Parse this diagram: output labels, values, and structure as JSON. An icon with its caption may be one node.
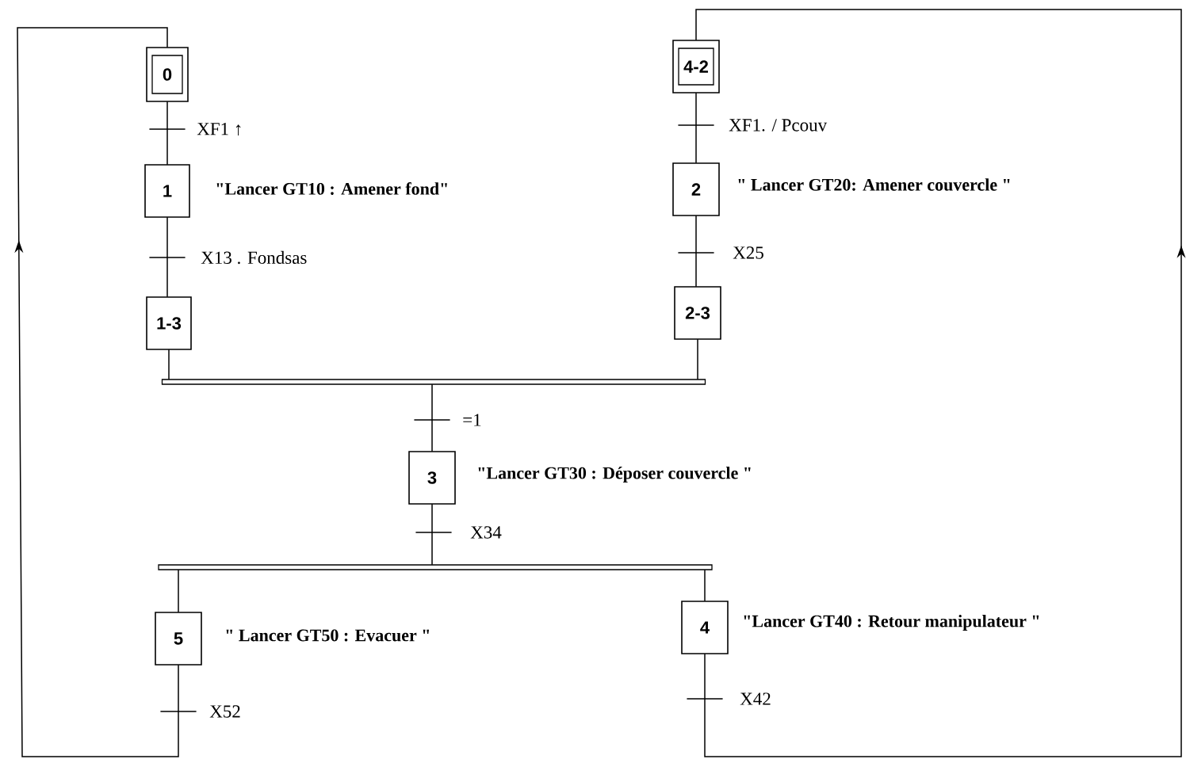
{
  "diagram": {
    "nodes": [
      {
        "text": [
          "0"
        ]
      },
      {
        "text": [
          "1"
        ],
        "beside": [
          "\"Lancer GT10 : Amener fond\""
        ]
      },
      {
        "text": [
          "1-3"
        ]
      },
      {
        "text": [
          "4-2"
        ]
      },
      {
        "text": [
          "2"
        ],
        "beside": [
          "\" Lancer GT20: Amener couvercle \""
        ]
      },
      {
        "text": [
          "2-3"
        ]
      },
      {
        "text": [],
        "shape": "bar"
      },
      {
        "text": [
          "3"
        ],
        "beside": [
          "\"Lancer GT30 : Déposer couvercle \""
        ]
      },
      {
        "text": [],
        "shape": "bar"
      },
      {
        "text": [
          "5"
        ],
        "beside": [
          "\" Lancer GT50 : Evacuer \""
        ]
      },
      {
        "text": [
          "4"
        ],
        "beside": [
          "\"Lancer GT40 : Retour manipulateur \""
        ]
      }
    ],
    "edges": [
      {
        "from": 0,
        "to": 1,
        "arrow": "none",
        "label": "XF1 ↑"
      },
      {
        "from": 1,
        "to": 2,
        "arrow": "none",
        "label": "X13 . Fondsas"
      },
      {
        "from": 3,
        "to": 4,
        "arrow": "none",
        "label": "XF1. / Pcouv"
      },
      {
        "from": 4,
        "to": 5,
        "arrow": "none",
        "label": "X25"
      },
      {
        "from": 2,
        "to": 6,
        "arrow": "none"
      },
      {
        "from": 5,
        "to": 6,
        "arrow": "none"
      },
      {
        "from": 6,
        "to": 7,
        "arrow": "none",
        "label": "=1"
      },
      {
        "from": 7,
        "to": 8,
        "arrow": "none",
        "label": "X34"
      },
      {
        "from": 8,
        "to": 9,
        "arrow": "none"
      },
      {
        "from": 8,
        "to": 10,
        "arrow": "none"
      },
      {
        "from": 9,
        "to": 0,
        "arrow": "to",
        "label": "X52"
      },
      {
        "from": 10,
        "to": 3,
        "arrow": "to",
        "label": "X42"
      }
    ]
  }
}
